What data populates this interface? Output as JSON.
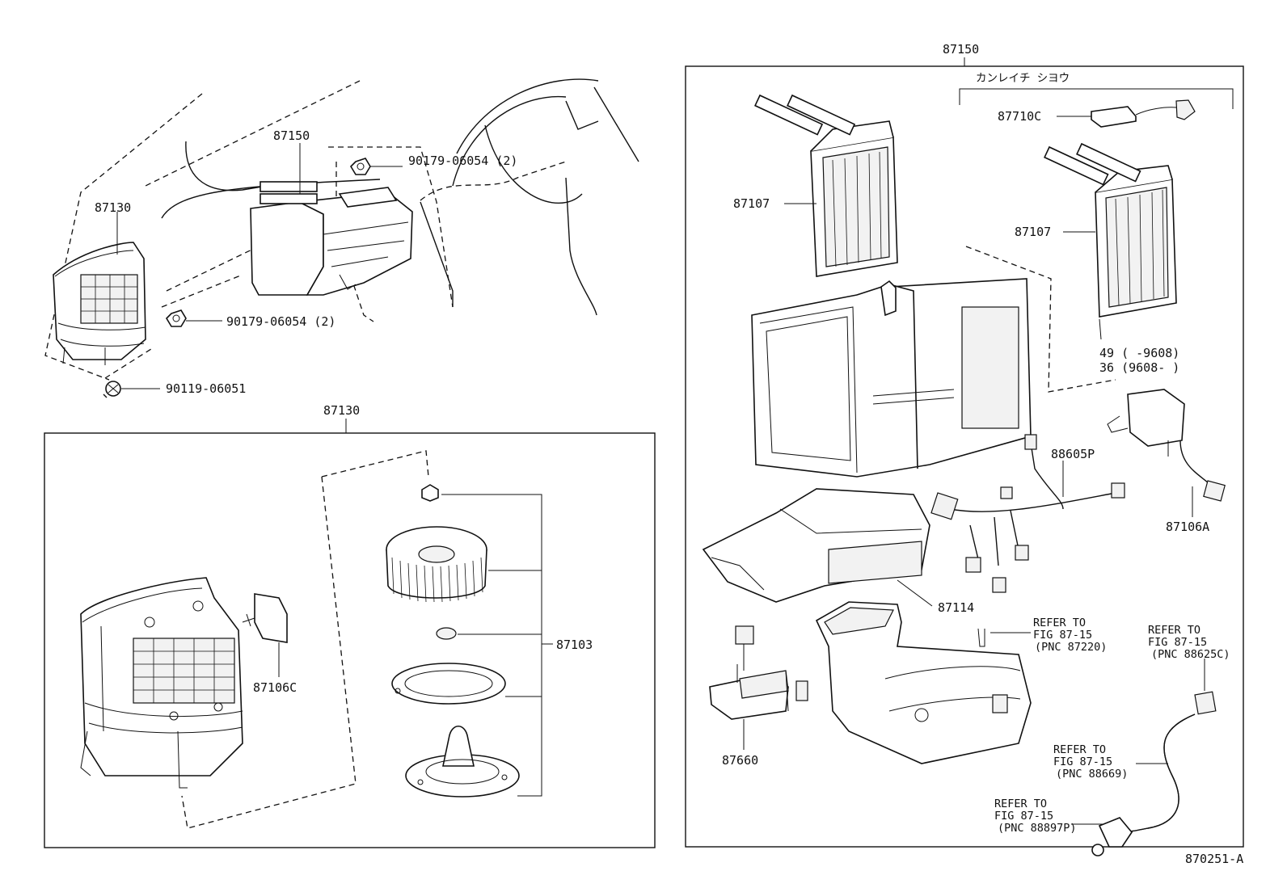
{
  "labels": {
    "assy_main_top": "87150",
    "assy_main_left": "87150",
    "blower_top": "87130",
    "blower_box": "87130",
    "nut_upper": "90179-06054 (2)",
    "nut_lower": "90179-06054 (2)",
    "screw": "90119-06051",
    "resistor": "87106C",
    "fan_motor": "87103",
    "cold_region": "カンレイチ シヨウ",
    "amp": "87710C",
    "core_left": "87107",
    "core_right": "87107",
    "qty_1": "49 (       -9608)",
    "qty_2": "36 (9608-       )",
    "harness": "88605P",
    "servo": "87106A",
    "case": "87114",
    "ref_a_1": "REFER TO",
    "ref_a_2": "FIG 87-15",
    "ref_a_3": "(PNC 87220)",
    "ref_b_1": "REFER TO",
    "ref_b_2": "FIG 87-15",
    "ref_b_3": "(PNC 88625C)",
    "ref_c_1": "REFER TO",
    "ref_c_2": "FIG 87-15",
    "ref_c_3": "(PNC 88669)",
    "ref_d_1": "REFER TO",
    "ref_d_2": "FIG 87-15",
    "ref_d_3": "(PNC 88897P)",
    "evap_part": "87660",
    "diagram_id": "870251-A"
  }
}
